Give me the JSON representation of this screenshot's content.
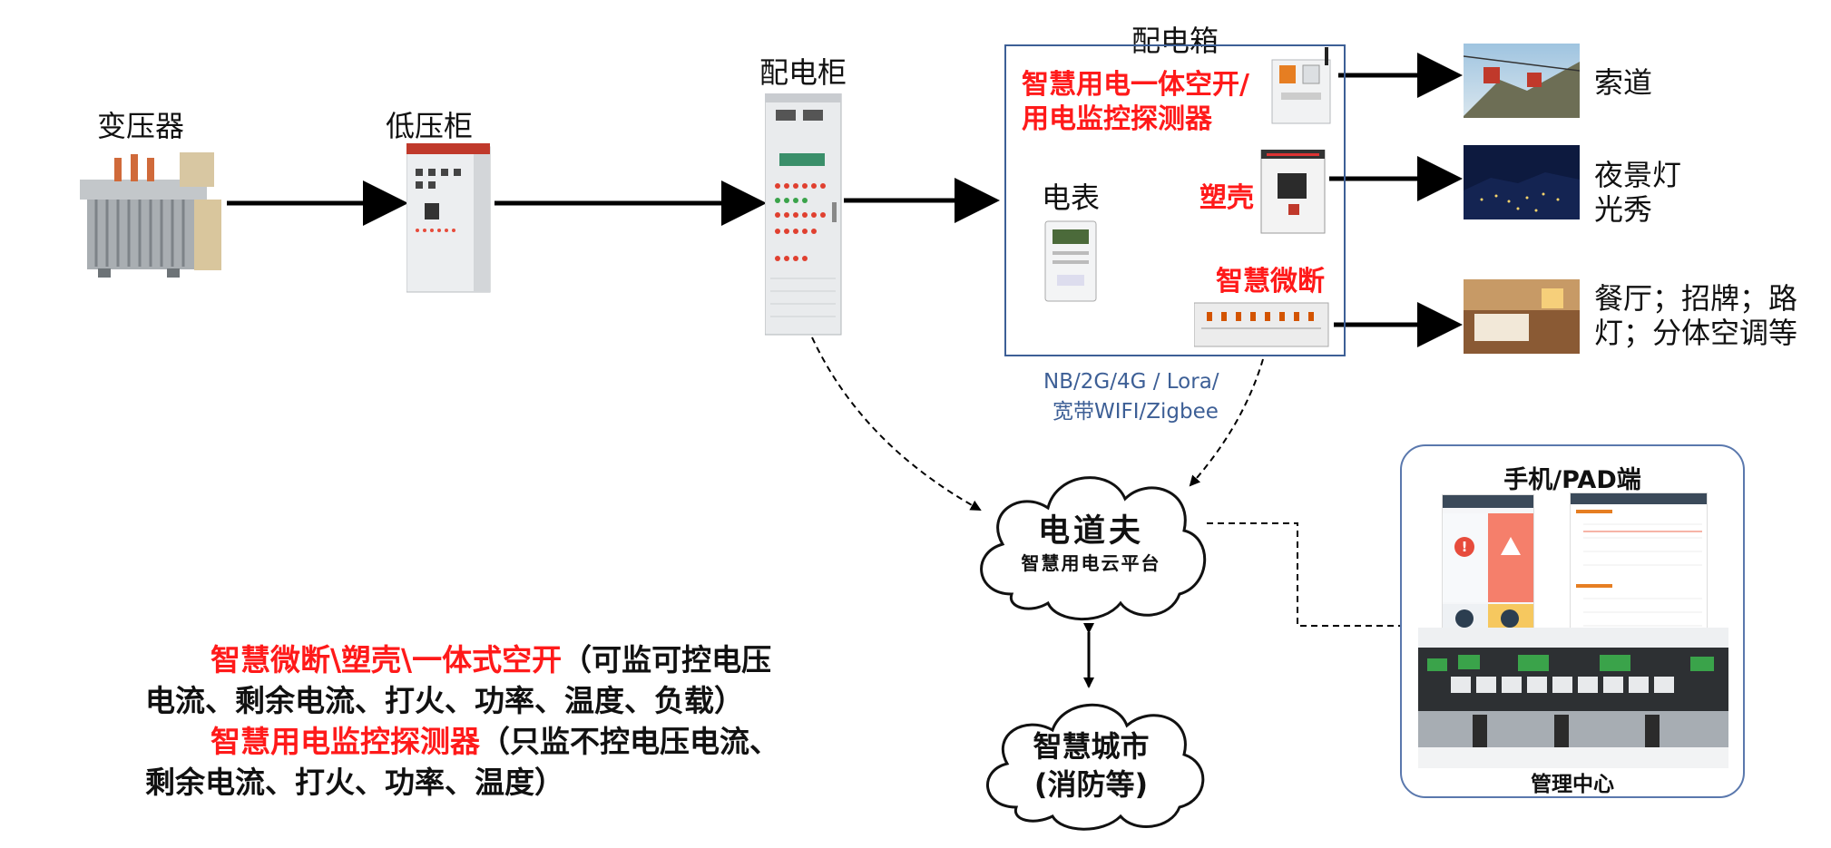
{
  "nodes": {
    "transformer": "变压器",
    "low_voltage_cabinet": "低压柜",
    "distribution_cabinet": "配电柜",
    "distribution_box": "配电箱",
    "meter": "电表"
  },
  "devices": {
    "smart_breaker_line1": "智慧用电一体空开/",
    "smart_breaker_line2": "用电监控探测器",
    "molded_case": "塑壳",
    "smart_micro_breaker": "智慧微断"
  },
  "loads": {
    "cableway": "索道",
    "night_light_line1": "夜景灯",
    "night_light_line2": "光秀",
    "restaurant_line1": "餐厅；招牌；路",
    "restaurant_line2": "灯；分体空调等"
  },
  "network": {
    "line1": "NB/2G/4G / Lora/",
    "line2": "宽带WIFI/Zigbee"
  },
  "platform_cloud": {
    "title": "电道夫",
    "subtitle": "智慧用电云平台"
  },
  "city_cloud": {
    "line1": "智慧城市",
    "line2": "(消防等)"
  },
  "terminal_panel": {
    "title": "手机/PAD端",
    "bottom": "管理中心"
  },
  "notes": {
    "line1_red": "智慧微断\\塑壳\\一体式空开",
    "line1_black": "（可监可控电压",
    "line2": "电流、剩余电流、打火、功率、温度、负载）",
    "line3_red": "智慧用电监控探测器",
    "line3_black": "（只监不控电压电流、",
    "line4": "剩余电流、打火、功率、温度）"
  },
  "colors": {
    "red": "#ff1a1a",
    "box_border": "#3d5f96",
    "network_text": "#3d5f96",
    "panel_border": "#5a78ad"
  }
}
